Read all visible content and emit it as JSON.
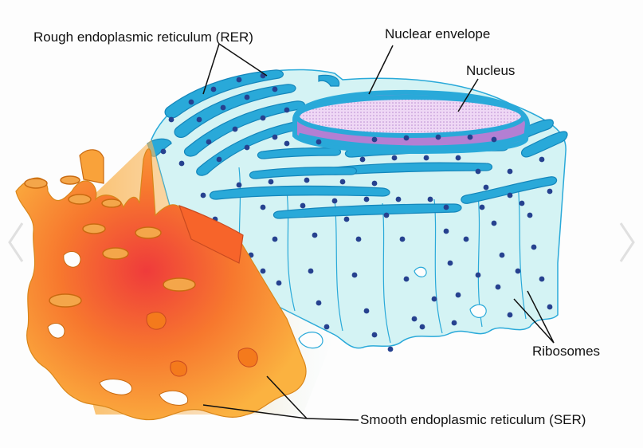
{
  "labels": {
    "rer": "Rough endoplasmic reticulum (RER)",
    "nuclear_envelope": "Nuclear envelope",
    "nucleus": "Nucleus",
    "ribosomes": "Ribosomes",
    "ser": "Smooth endoplasmic reticulum (SER)"
  },
  "icons": {
    "prev": "chevron-left-icon",
    "next": "chevron-right-icon"
  },
  "colors": {
    "rer_membrane": "#29a9d9",
    "rer_lumen_fill": "#d4f3f4",
    "ribosome": "#26418f",
    "nucleus_fill": "#e6c8ef",
    "nucleus_inner": "#b37fd3",
    "ser_orange": "#fba52a",
    "ser_red": "#ef4f3a"
  }
}
